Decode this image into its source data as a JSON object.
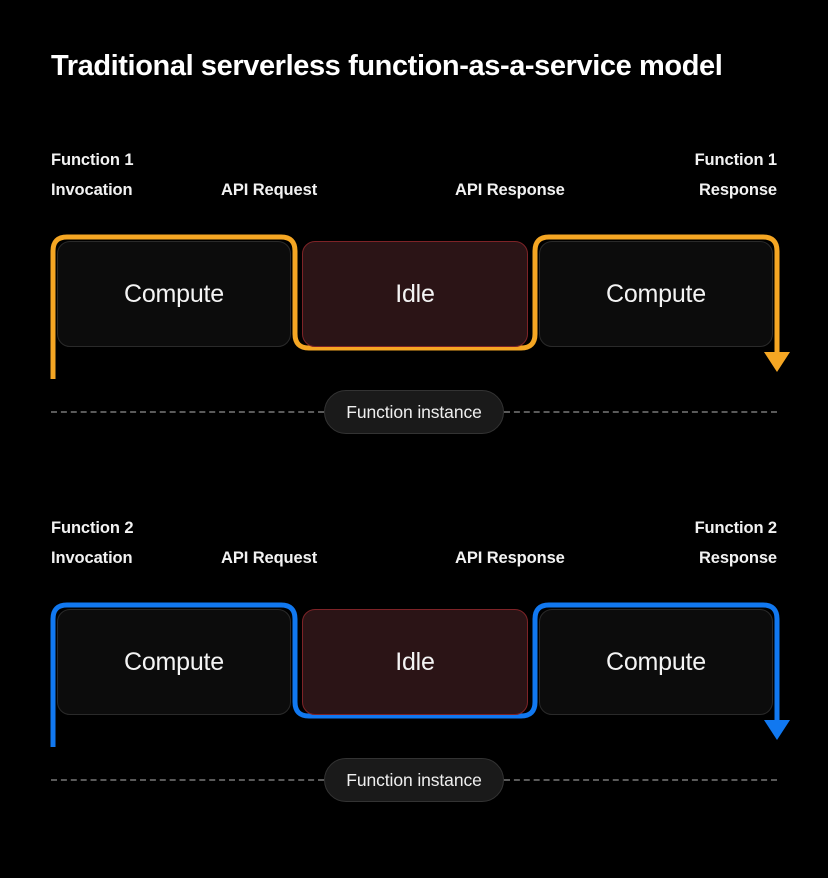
{
  "page": {
    "title": "Traditional serverless function-as-a-service model",
    "background_color": "#000000"
  },
  "colors": {
    "accent_function_1": "#f5a623",
    "accent_function_2": "#1178f0",
    "compute_fill": "#0c0c0c",
    "compute_border": "#2a2a2a",
    "idle_fill": "#2b1416",
    "idle_border": "#7e2327",
    "divider_dash": "#5a5a5a",
    "pill_fill": "#1a1a1a",
    "text": "#ffffff"
  },
  "sections": [
    {
      "id": "function-1",
      "accent": "#f5a623",
      "labels": {
        "invocation_line1": "Function 1",
        "invocation_line2": "Invocation",
        "api_request": "API Request",
        "api_response": "API Response",
        "response_line1": "Function 1",
        "response_line2": "Response"
      },
      "boxes": [
        {
          "label": "Compute",
          "state": "compute"
        },
        {
          "label": "Idle",
          "state": "idle"
        },
        {
          "label": "Compute",
          "state": "compute"
        }
      ],
      "instance_label": "Function instance"
    },
    {
      "id": "function-2",
      "accent": "#1178f0",
      "labels": {
        "invocation_line1": "Function 2",
        "invocation_line2": "Invocation",
        "api_request": "API Request",
        "api_response": "API Response",
        "response_line1": "Function 2",
        "response_line2": "Response"
      },
      "boxes": [
        {
          "label": "Compute",
          "state": "compute"
        },
        {
          "label": "Idle",
          "state": "idle"
        },
        {
          "label": "Compute",
          "state": "compute"
        }
      ],
      "instance_label": "Function instance"
    }
  ]
}
